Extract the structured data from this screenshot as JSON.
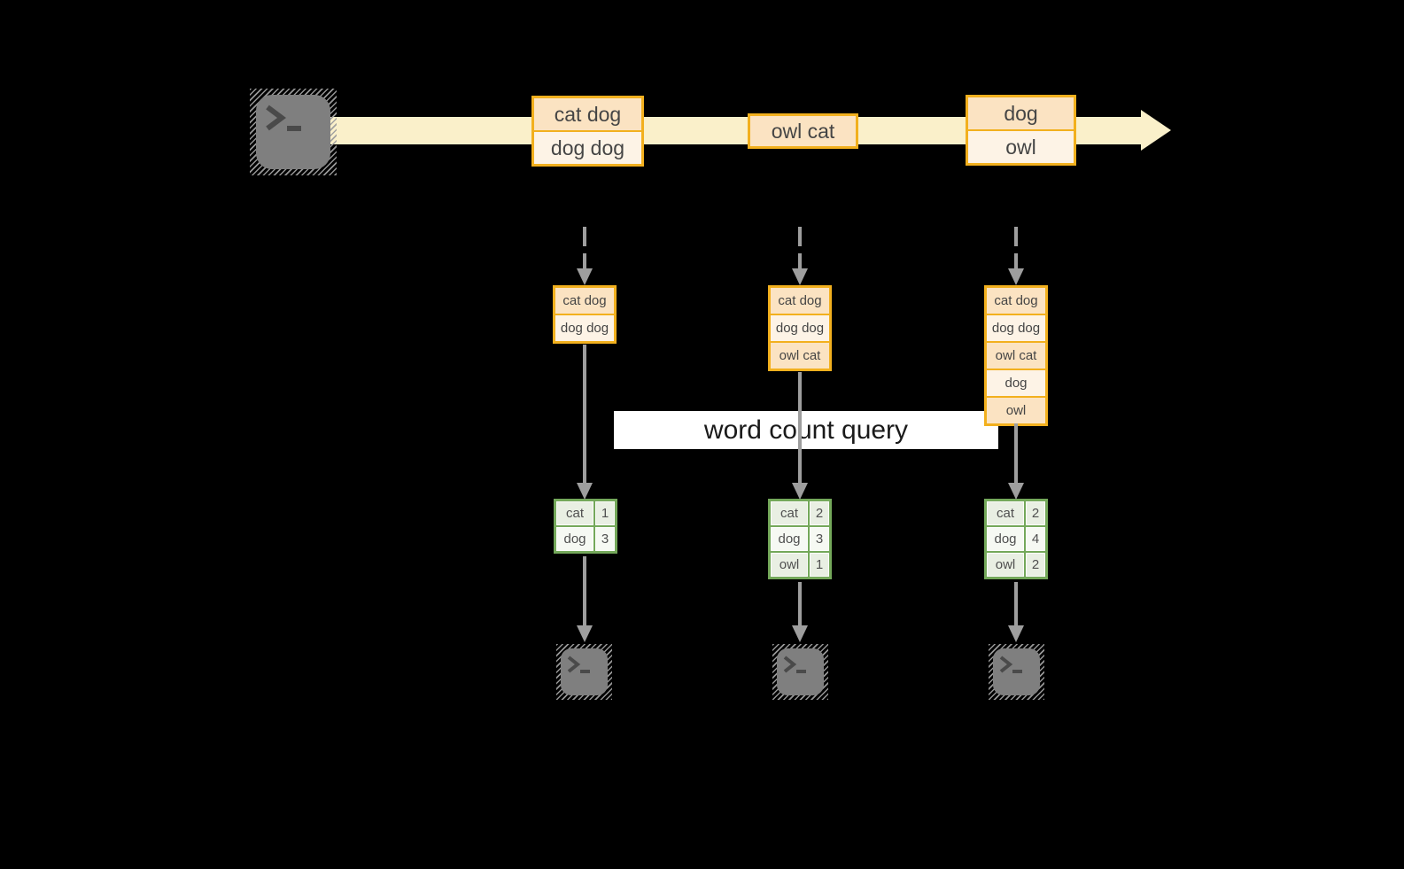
{
  "banner": {
    "label": "word count query"
  },
  "stream_events": [
    {
      "rows": [
        "cat dog",
        "dog dog"
      ]
    },
    {
      "rows": [
        "owl cat"
      ]
    },
    {
      "rows": [
        "dog",
        "owl"
      ]
    }
  ],
  "snapshots": [
    {
      "buffer": [
        "cat dog",
        "dog dog"
      ],
      "counts": [
        {
          "word": "cat",
          "count": "1"
        },
        {
          "word": "dog",
          "count": "3"
        }
      ]
    },
    {
      "buffer": [
        "cat dog",
        "dog dog",
        "owl cat"
      ],
      "counts": [
        {
          "word": "cat",
          "count": "2"
        },
        {
          "word": "dog",
          "count": "3"
        },
        {
          "word": "owl",
          "count": "1"
        }
      ]
    },
    {
      "buffer": [
        "cat dog",
        "dog dog",
        "owl cat",
        "dog",
        "owl"
      ],
      "counts": [
        {
          "word": "cat",
          "count": "2"
        },
        {
          "word": "dog",
          "count": "4"
        },
        {
          "word": "owl",
          "count": "2"
        }
      ]
    }
  ],
  "icons": {
    "source": "terminal-icon",
    "sinks": [
      "terminal-icon",
      "terminal-icon",
      "terminal-icon"
    ]
  },
  "colors": {
    "background": "#000000",
    "stream_arrow": "#faf0ca",
    "event_border": "#f2b01e",
    "event_fill_dark": "#fbe3c2",
    "event_fill_light": "#fdf3e6",
    "table_border": "#74a85a",
    "table_cell_dark": "#e9efe3",
    "table_cell_light": "#f6f9f3",
    "arrow_gray": "#9e9e9e",
    "terminal_gray": "#7f7f7f",
    "banner_background": "#ffffff"
  }
}
